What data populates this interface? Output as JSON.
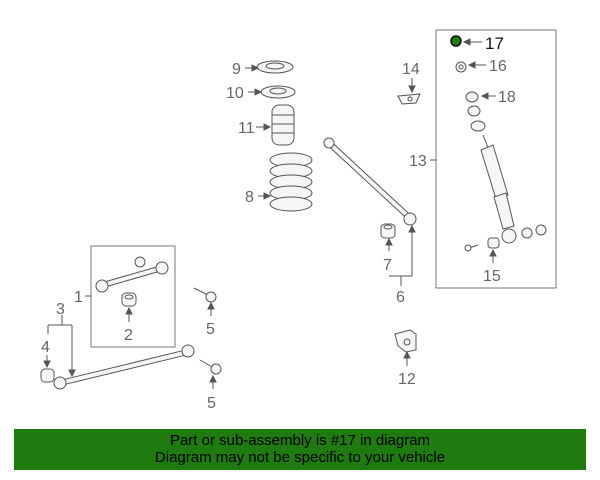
{
  "callouts": {
    "c1": "1",
    "c2": "2",
    "c3": "3",
    "c4": "4",
    "c5a": "5",
    "c5b": "5",
    "c6": "6",
    "c7": "7",
    "c8": "8",
    "c9": "9",
    "c10": "10",
    "c11": "11",
    "c12": "12",
    "c13": "13",
    "c14": "14",
    "c15": "15",
    "c16": "16",
    "c17": "17",
    "c18": "18"
  },
  "highlighted_part": "17",
  "colors": {
    "highlight": "#1f7a0f",
    "banner": "#1f7a0f",
    "lines": "#555555"
  },
  "banner": {
    "line1": "Part or sub-assembly is #17 in diagram",
    "line2": "Diagram may not be specific to your vehicle"
  }
}
